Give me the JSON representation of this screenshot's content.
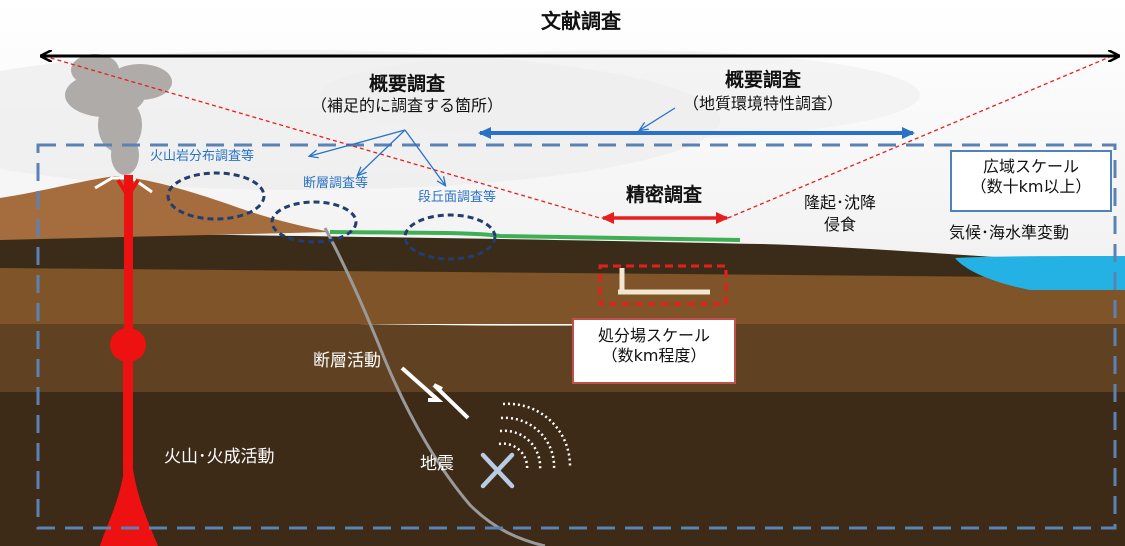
{
  "diagram": {
    "top_title": "文献調査",
    "overview_left": {
      "title": "概要調査",
      "subtitle": "（補足的に調査する箇所）",
      "items": [
        "火山岩分布調査等",
        "断層調査等",
        "段丘面調査等"
      ]
    },
    "overview_right": {
      "title": "概要調査",
      "subtitle": "（地質環境特性調査）"
    },
    "detailed": {
      "title": "精密調査"
    },
    "regional_scale": {
      "line1": "広域スケール",
      "line2": "（数十km以上）"
    },
    "climate": "気候･海水準変動",
    "uplift": {
      "line1": "隆起･沈降",
      "line2": "侵食"
    },
    "disposal_scale": {
      "line1": "処分場スケール",
      "line2": "（数km程度）"
    },
    "fault_activity": "断層活動",
    "earthquake": "地震",
    "volcanic_activity": "火山･火成活動",
    "colors": {
      "accent_blue": "#2a72c8",
      "magma_red": "#ee1111",
      "dashed_red": "#e81e1e",
      "box_red_border": "#c0504d",
      "box_blue_border": "#4f81bd",
      "frame_dashed_blue": "#5b82b5"
    }
  }
}
